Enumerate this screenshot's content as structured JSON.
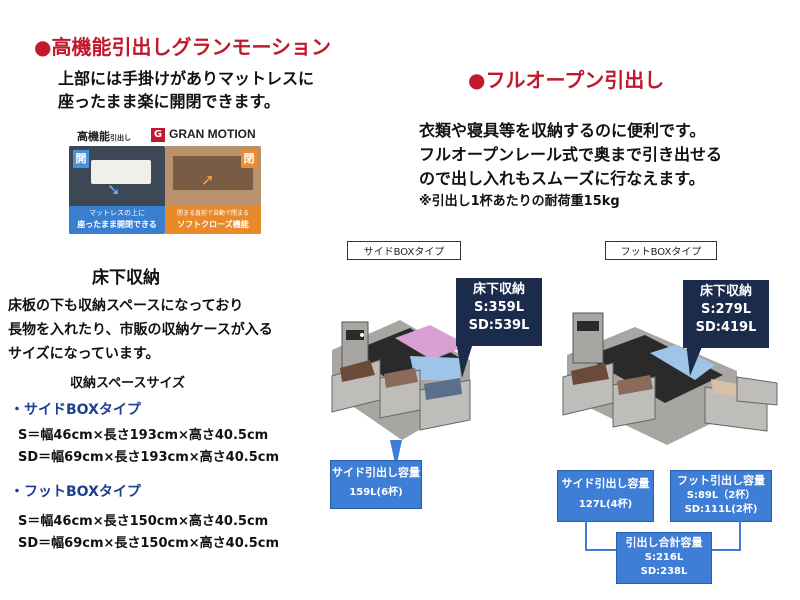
{
  "section1": {
    "title": "●高機能引出しグランモーション",
    "desc_line1": "上部には手掛けがありマットレスに",
    "desc_line2": "座ったまま楽に開閉できます。"
  },
  "promo": {
    "brand_small": "高機能",
    "brand_tiny": "引出し",
    "brand_logo": "GRAN MOTION",
    "open_badge": "開",
    "close_badge": "閉",
    "left_caption_line1": "マットレスの上に",
    "left_caption_line2": "座ったまま開閉できる",
    "right_caption_line1": "閉まる直前で自動で閉まる",
    "right_caption_line2": "ソフトクローズ機能"
  },
  "section2": {
    "title": "●フルオープン引出し",
    "line1": "衣類や寝具等を収納するのに便利です。",
    "line2": "フルオープンレール式で奥まで引き出せる",
    "line3": "ので出し入れもスムーズに行なえます。",
    "note": "※引出し1杯あたりの耐荷重15kg"
  },
  "section3": {
    "title": "床下収納",
    "line1": "床板の下も収納スペースになっており",
    "line2": "長物を入れたり、市販の収納ケースが入る",
    "line3": "サイズになっています。",
    "size_heading": "収納スペースサイズ",
    "side_label": "・サイドBOXタイプ",
    "side_s": "S＝幅46cm×長さ193cm×高さ40.5cm",
    "side_sd": "SD＝幅69cm×長さ193cm×高さ40.5cm",
    "foot_label": "・フットBOXタイプ",
    "foot_s": "S＝幅46cm×長さ150cm×高さ40.5cm",
    "foot_sd": "SD＝幅69cm×長さ150cm×高さ40.5cm"
  },
  "diagram_side": {
    "tag": "サイドBOXタイプ",
    "floor_title": "床下収納",
    "floor_s": "S:359L",
    "floor_sd": "SD:539L",
    "drawer_title": "サイド引出し容量",
    "drawer_value": "159L(6杯)"
  },
  "diagram_foot": {
    "tag": "フットBOXタイプ",
    "floor_title": "床下収納",
    "floor_s": "S:279L",
    "floor_sd": "SD:419L",
    "side_title": "サイド引出し容量",
    "side_value": "127L(4杯)",
    "foot_title": "フット引出し容量",
    "foot_s": "S:89L（2杯）",
    "foot_sd": "SD:111L(2杯)",
    "total_title": "引出し合計容量",
    "total_s": "S:216L",
    "total_sd": "SD:238L"
  },
  "colors": {
    "heading_red": "#c0192d",
    "navy": "#1b2b4c",
    "label_blue": "#1f3f8f",
    "callout_blue": "#3f7ed6",
    "bed_gray": "#a8a6a2"
  }
}
